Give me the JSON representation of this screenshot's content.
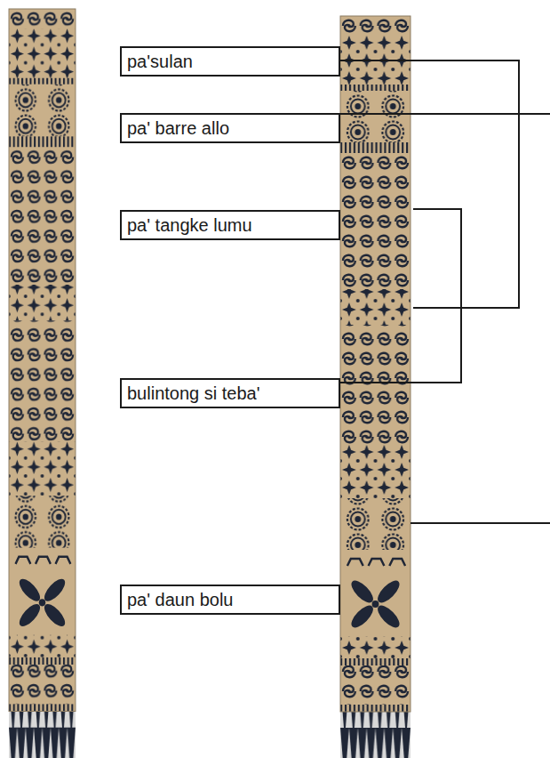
{
  "diagram": {
    "nodes": [
      {
        "text": [
          "pa'sulan"
        ]
      },
      {
        "text": [
          "pa' barre allo"
        ]
      },
      {
        "text": [
          "pa' tangke lumu"
        ]
      },
      {
        "text": [
          "bulintong si teba'"
        ]
      },
      {
        "text": [
          "pa' daun bolu"
        ]
      }
    ]
  }
}
